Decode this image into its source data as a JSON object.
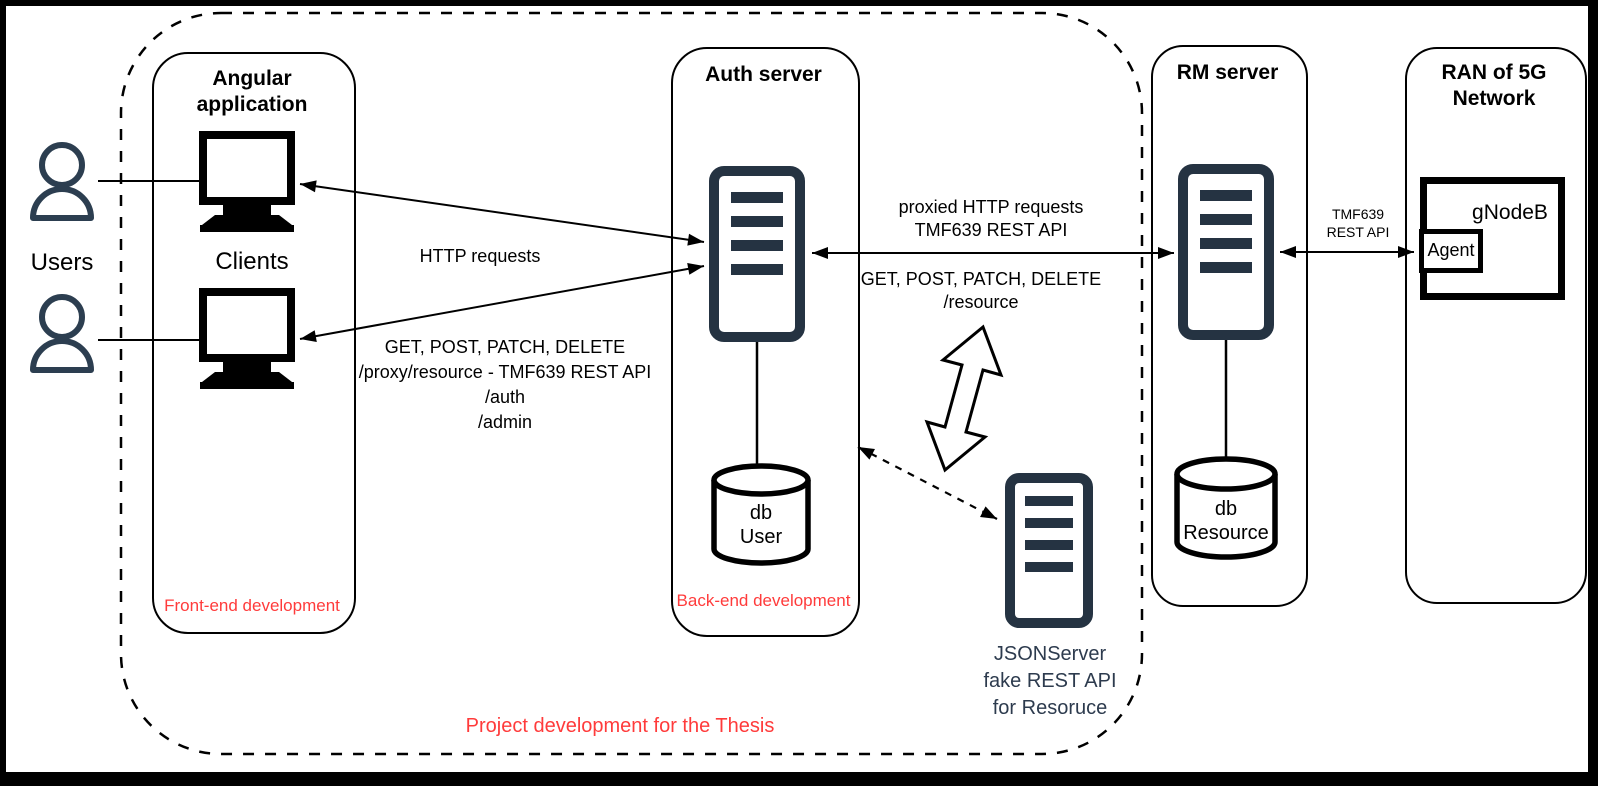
{
  "colors": {
    "ink": "#000000",
    "server_icon": "#253342",
    "person_icon": "#2c3e50",
    "navy_text": "#2d3b4e",
    "zone_red": "#ff3b3b"
  },
  "users": {
    "label": "Users"
  },
  "frontend_box": {
    "title": "Angular application",
    "clients_label": "Clients",
    "zone_label": "Front-end development"
  },
  "auth_box": {
    "title": "Auth server",
    "db": {
      "line1": "db",
      "line2": "User"
    },
    "zone_label": "Back-end development"
  },
  "rm_box": {
    "title": "RM server",
    "db": {
      "line1": "db",
      "line2": "Resource"
    }
  },
  "ran_box": {
    "title": "RAN of 5G Network",
    "gnodeb_label": "gNodeB",
    "agent_label": "Agent"
  },
  "jsonserver": {
    "line1": "JSONServer",
    "line2": "fake REST API",
    "line3": "for Resoruce"
  },
  "edge_labels": {
    "http_requests": "HTTP requests",
    "client_api": {
      "line1": "GET, POST, PATCH, DELETE",
      "line2": "/proxy/resource - TMF639 REST API",
      "line3": "/auth",
      "line4": "/admin"
    },
    "proxied": {
      "line1": "proxied HTTP requests",
      "line2": "TMF639 REST API"
    },
    "resource_api": {
      "line1": "GET, POST, PATCH, DELETE",
      "line2": "/resource"
    },
    "tmf639_small": {
      "line1": "TMF639",
      "line2": "REST API"
    }
  },
  "thesis_label": "Project development for the Thesis"
}
